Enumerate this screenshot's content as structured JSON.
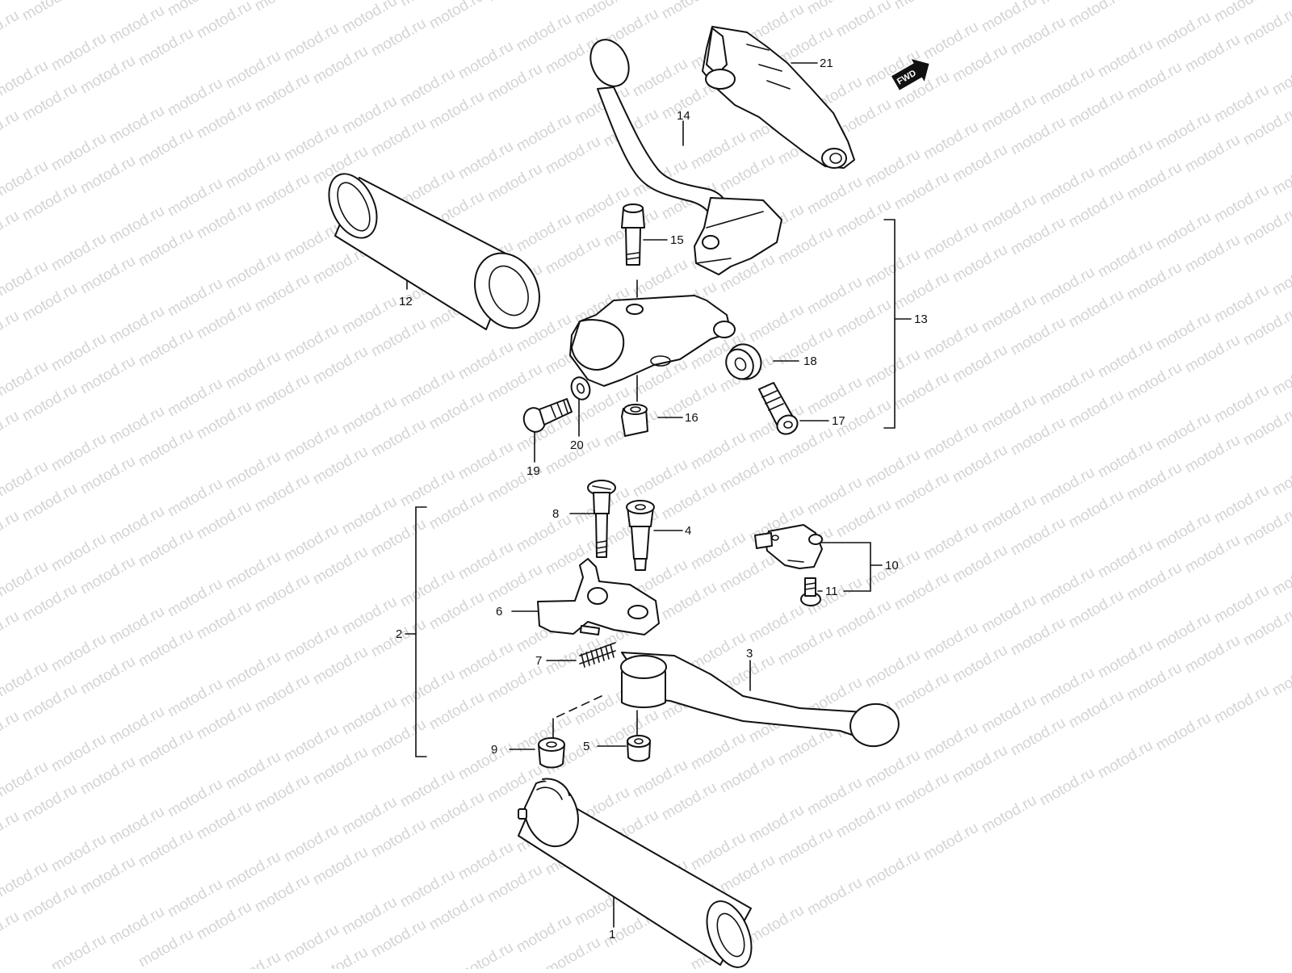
{
  "watermark": {
    "text": "motod.ru",
    "color": "#d4d4d4"
  },
  "direction_badge": {
    "text": "FWD",
    "icon": "arrow-right-icon"
  },
  "callouts": [
    {
      "id": "1",
      "text": "1"
    },
    {
      "id": "2",
      "text": "2"
    },
    {
      "id": "3",
      "text": "3"
    },
    {
      "id": "4",
      "text": "4"
    },
    {
      "id": "5",
      "text": "5"
    },
    {
      "id": "6",
      "text": "6"
    },
    {
      "id": "7",
      "text": "7"
    },
    {
      "id": "8",
      "text": "8"
    },
    {
      "id": "9",
      "text": "9"
    },
    {
      "id": "10",
      "text": "10"
    },
    {
      "id": "11",
      "text": "11"
    },
    {
      "id": "12",
      "text": "12"
    },
    {
      "id": "13",
      "text": "13"
    },
    {
      "id": "14",
      "text": "14"
    },
    {
      "id": "15",
      "text": "15"
    },
    {
      "id": "16",
      "text": "16"
    },
    {
      "id": "17",
      "text": "17"
    },
    {
      "id": "18",
      "text": "18"
    },
    {
      "id": "19",
      "text": "19"
    },
    {
      "id": "20",
      "text": "20"
    },
    {
      "id": "21",
      "text": "21"
    }
  ]
}
